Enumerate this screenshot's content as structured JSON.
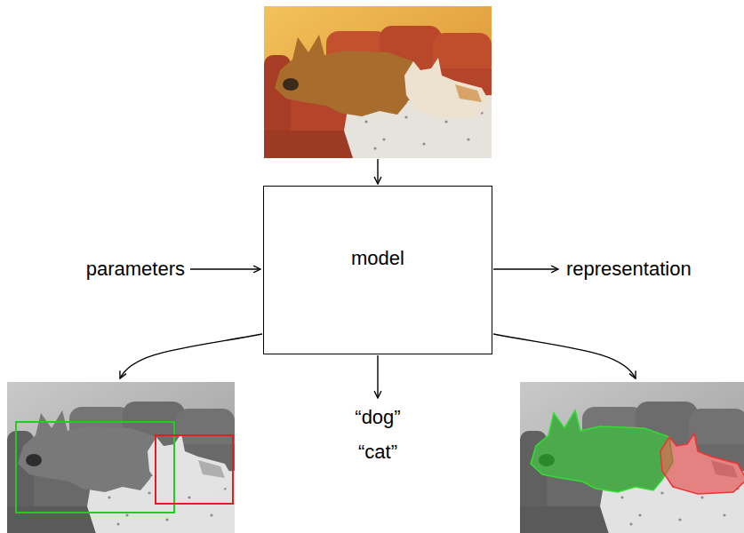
{
  "diagram": {
    "nodes": [
      {
        "text": [
          "model"
        ]
      }
    ],
    "labels": [
      "parameters",
      "representation",
      "“dog”",
      "“cat”"
    ]
  }
}
